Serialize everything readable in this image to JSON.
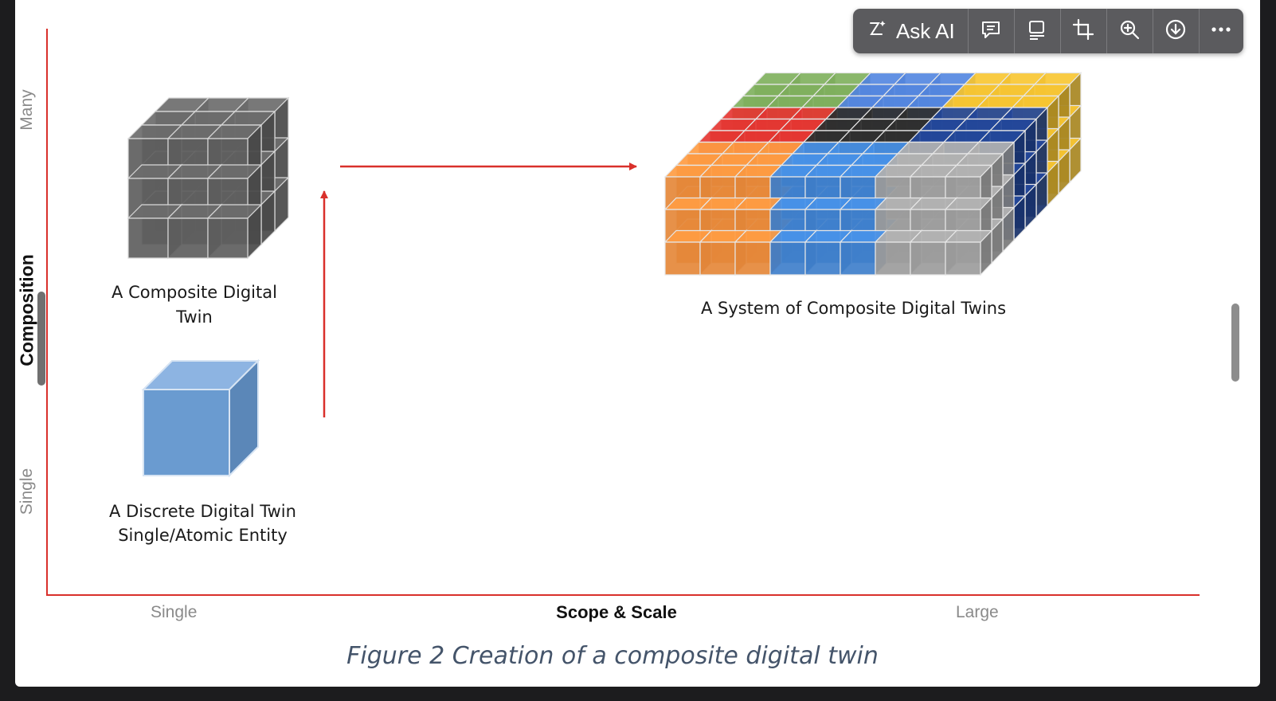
{
  "toolbar": {
    "ask_ai_label": "Ask AI",
    "icons": [
      "ask-ai-icon",
      "comment-icon",
      "summary-icon",
      "crop-icon",
      "zoom-in-icon",
      "download-icon",
      "more-icon"
    ]
  },
  "diagram": {
    "y_axis": {
      "title": "Composition",
      "low": "Single",
      "high": "Many"
    },
    "x_axis": {
      "title": "Scope & Scale",
      "low": "Single",
      "high": "Large"
    },
    "nodes": {
      "composite_twin": "A Composite Digital Twin",
      "discrete_twin_line1": "A Discrete Digital Twin",
      "discrete_twin_line2": "Single/Atomic Entity",
      "system_twins": "A System of Composite Digital Twins"
    },
    "colors": {
      "axis": "#d9302b",
      "discrete_cube": "#6a9bd0"
    }
  },
  "figure_caption": "Figure 2  Creation of a composite digital twin"
}
